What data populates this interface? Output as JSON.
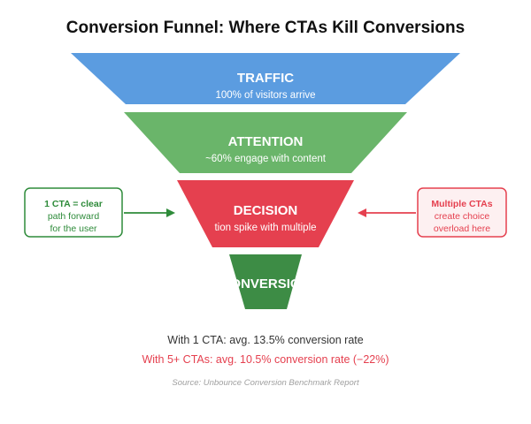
{
  "title": "Conversion Funnel: Where CTAs Kill Conversions",
  "colors": {
    "traffic": "#5b9ce0",
    "attention": "#6ab56a",
    "decision": "#e5404f",
    "conversion": "#3d8c45",
    "left_note": "#2e8b3a",
    "right_note": "#e5404f",
    "stat_one": "#333333",
    "stat_multi": "#e5404f"
  },
  "stages": [
    {
      "label": "TRAFFIC",
      "sub": "100% of visitors arrive"
    },
    {
      "label": "ATTENTION",
      "sub": "~60% engage with content"
    },
    {
      "label": "DECISION",
      "sub": "tion spike with multiple"
    },
    {
      "label": "ONVERSIO",
      "sub": ""
    }
  ],
  "left_note": {
    "bold": "1 CTA = clear",
    "lines": [
      "path forward",
      "for the user"
    ]
  },
  "right_note": {
    "bold": "Multiple CTAs",
    "lines": [
      "create choice",
      "overload here"
    ]
  },
  "stats": {
    "one_cta": "With 1 CTA: avg. 13.5% conversion rate",
    "multi_cta": "With 5+ CTAs: avg. 10.5% conversion rate (−22%)"
  },
  "source": "Source: Unbounce Conversion Benchmark Report"
}
